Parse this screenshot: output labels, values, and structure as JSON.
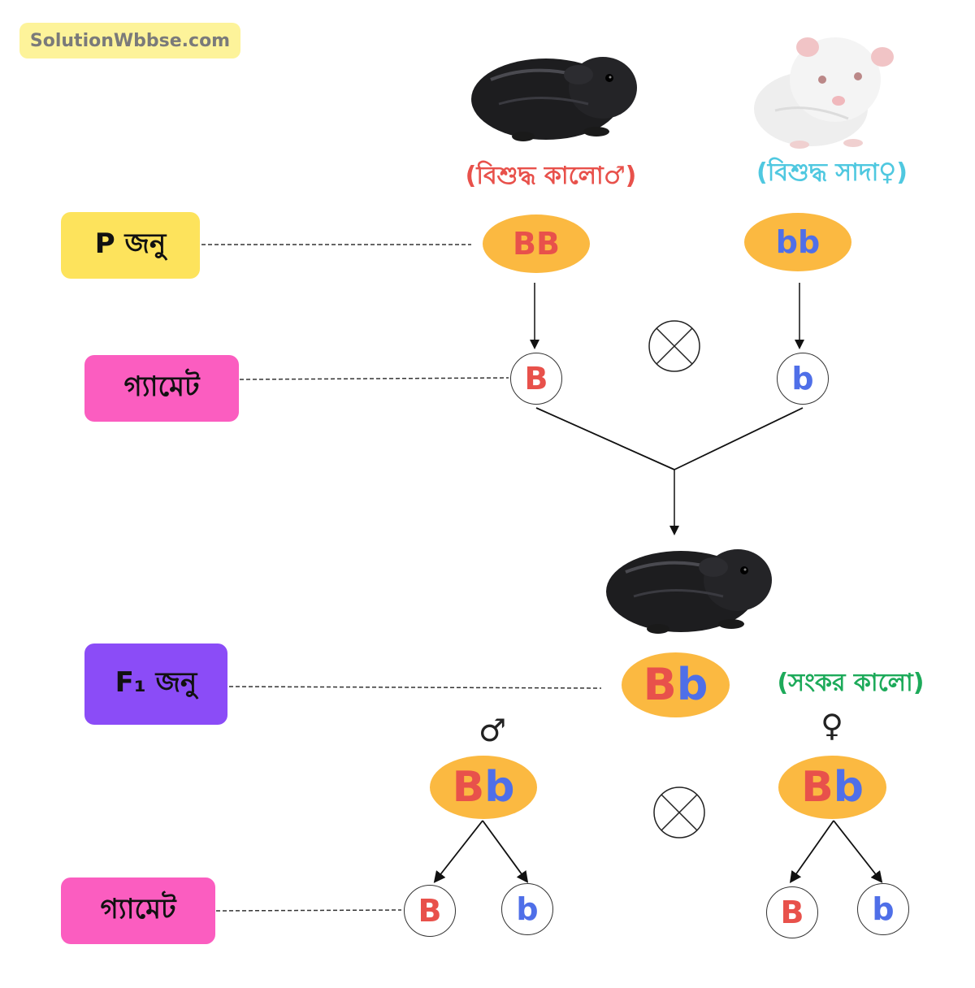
{
  "watermark": "SolutionWbbse.com",
  "labels": {
    "p_generation": "P জনু",
    "gamete_1": "গ্যামেট",
    "f1_generation": "F₁ জনু",
    "gamete_2": "গ্যামেট"
  },
  "parents": {
    "male_caption": "(বিশুদ্ধ কালো♂)",
    "female_caption": "(বিশুদ্ধ সাদা♀)",
    "male_genotype": {
      "first": "B",
      "second": "B"
    },
    "female_genotype": {
      "first": "b",
      "second": "b"
    }
  },
  "p_gametes": {
    "male": "B",
    "female": "b"
  },
  "f1": {
    "genotype": {
      "first": "B",
      "second": "b"
    },
    "caption": "(সংকর কালো)"
  },
  "f1_cross": {
    "male_symbol": "♂",
    "female_symbol": "♀",
    "male_genotype": {
      "first": "B",
      "second": "b"
    },
    "female_genotype": {
      "first": "B",
      "second": "b"
    },
    "male_gametes": [
      "B",
      "b"
    ],
    "female_gametes": [
      "B",
      "b"
    ]
  },
  "colors": {
    "allele_dominant": "#e8514b",
    "allele_recessive": "#4f6fe8",
    "male_caption": "#e8514b",
    "female_caption": "#4fc8e0",
    "hybrid_caption": "#1daa5a",
    "genotype_fill": "#fbb941",
    "p_label_bg": "#fde35c",
    "gamete_label_bg": "#fb5dc0",
    "f1_label_bg": "#8b4cf7"
  }
}
